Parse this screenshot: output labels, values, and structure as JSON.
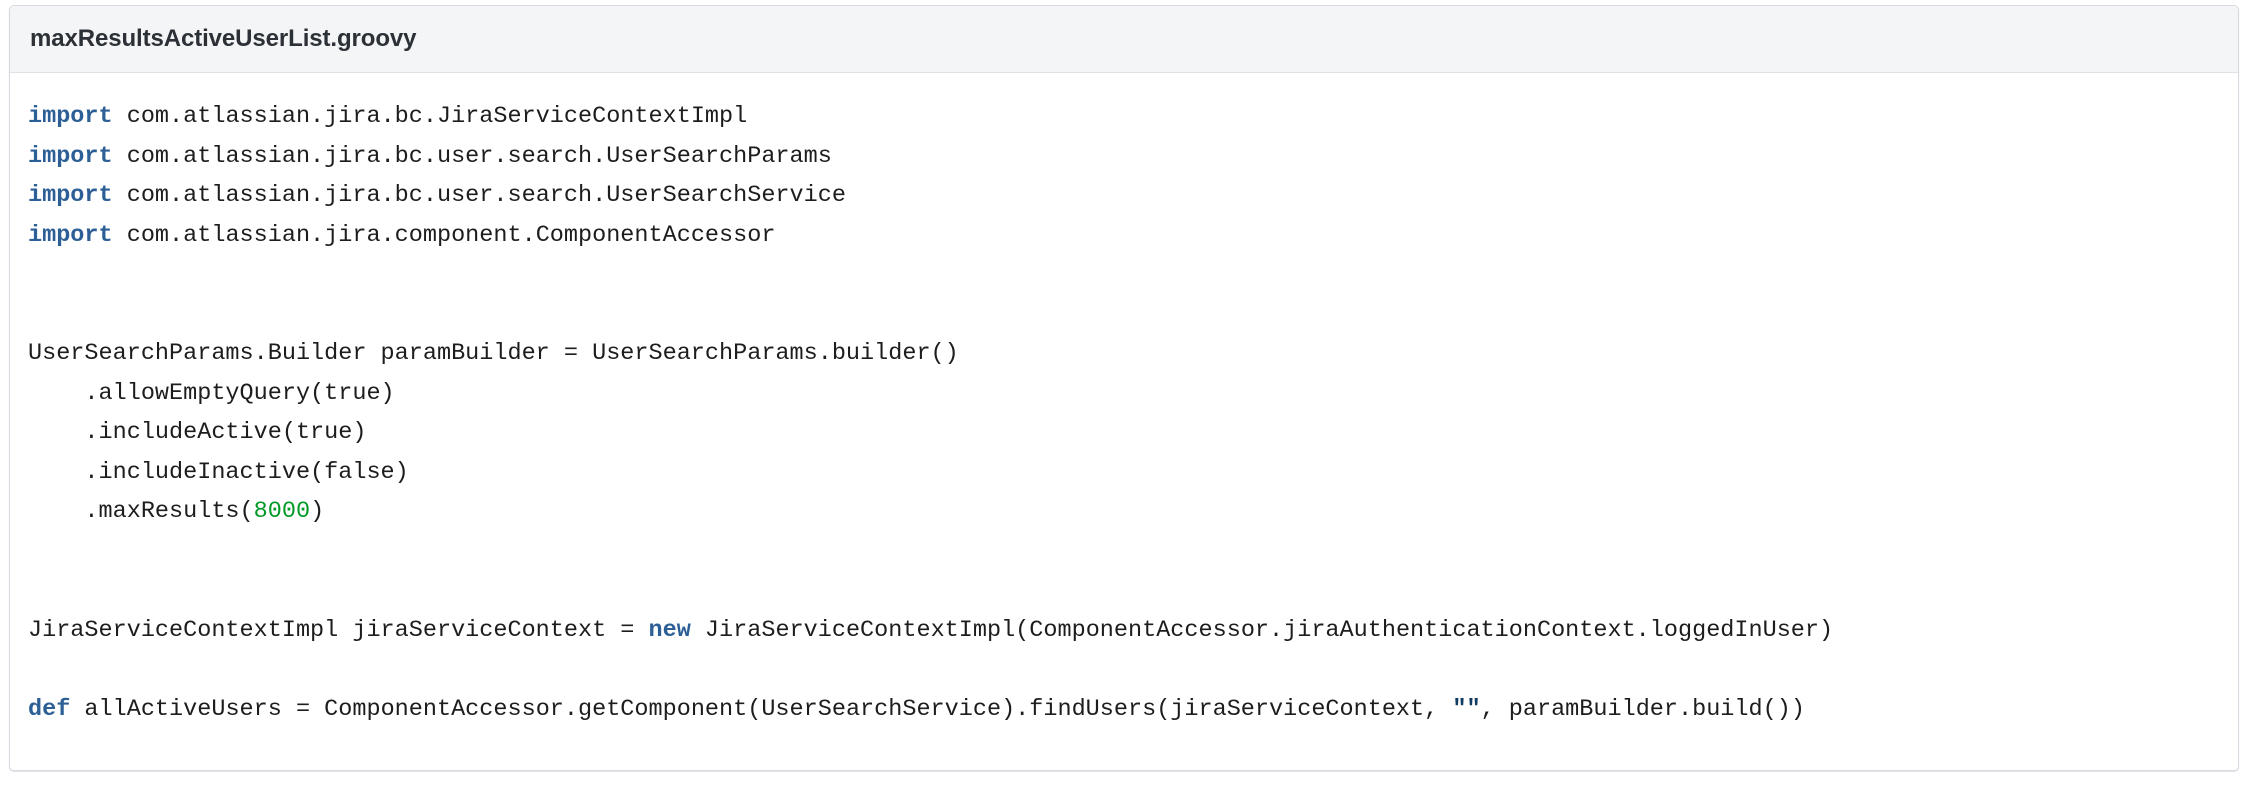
{
  "panel": {
    "header": {
      "filename": "maxResultsActiveUserList.groovy"
    },
    "language": "groovy",
    "colors": {
      "keyword": "#2b5f96",
      "number": "#009926",
      "string": "#123b63",
      "text": "#1d1d1d",
      "header_background": "#f4f5f7",
      "panel_border": "#d6d9dd",
      "body_background": "#ffffff"
    },
    "code_lines": [
      {
        "tokens": [
          {
            "type": "keyword",
            "text": "import"
          },
          {
            "type": "plain",
            "text": " com.atlassian.jira.bc.JiraServiceContextImpl"
          }
        ]
      },
      {
        "tokens": [
          {
            "type": "keyword",
            "text": "import"
          },
          {
            "type": "plain",
            "text": " com.atlassian.jira.bc.user.search.UserSearchParams"
          }
        ]
      },
      {
        "tokens": [
          {
            "type": "keyword",
            "text": "import"
          },
          {
            "type": "plain",
            "text": " com.atlassian.jira.bc.user.search.UserSearchService"
          }
        ]
      },
      {
        "tokens": [
          {
            "type": "keyword",
            "text": "import"
          },
          {
            "type": "plain",
            "text": " com.atlassian.jira.component.ComponentAccessor"
          }
        ]
      },
      {
        "tokens": []
      },
      {
        "tokens": []
      },
      {
        "tokens": [
          {
            "type": "plain",
            "text": "UserSearchParams.Builder paramBuilder = UserSearchParams.builder()"
          }
        ]
      },
      {
        "tokens": [
          {
            "type": "plain",
            "text": "    .allowEmptyQuery(true)"
          }
        ]
      },
      {
        "tokens": [
          {
            "type": "plain",
            "text": "    .includeActive(true)"
          }
        ]
      },
      {
        "tokens": [
          {
            "type": "plain",
            "text": "    .includeInactive(false)"
          }
        ]
      },
      {
        "tokens": [
          {
            "type": "plain",
            "text": "    .maxResults("
          },
          {
            "type": "number",
            "text": "8000"
          },
          {
            "type": "plain",
            "text": ")"
          }
        ]
      },
      {
        "tokens": []
      },
      {
        "tokens": []
      },
      {
        "tokens": [
          {
            "type": "plain",
            "text": "JiraServiceContextImpl jiraServiceContext = "
          },
          {
            "type": "keyword",
            "text": "new"
          },
          {
            "type": "plain",
            "text": " JiraServiceContextImpl(ComponentAccessor.jiraAuthenticationContext.loggedInUser)"
          }
        ]
      },
      {
        "tokens": []
      },
      {
        "tokens": [
          {
            "type": "keyword",
            "text": "def"
          },
          {
            "type": "plain",
            "text": " allActiveUsers = ComponentAccessor.getComponent(UserSearchService).findUsers(jiraServiceContext, "
          },
          {
            "type": "string",
            "text": "\"\""
          },
          {
            "type": "plain",
            "text": ", paramBuilder.build())"
          }
        ]
      }
    ]
  }
}
